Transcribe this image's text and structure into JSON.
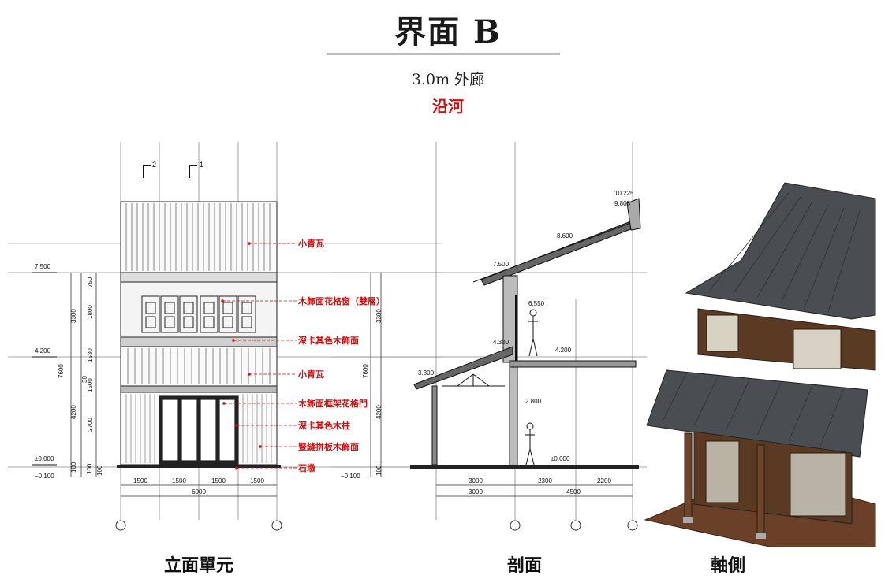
{
  "header": {
    "title": "界面 B",
    "subtitle": "3.0m 外廊",
    "location": "沿河"
  },
  "elevation": {
    "caption": "立面單元",
    "section_marks": [
      "2",
      "1"
    ],
    "levels": [
      "7.500",
      "4.200",
      "±0.000",
      "−0.100"
    ],
    "dims_vertical_outer": [
      "7600",
      "100"
    ],
    "dims_vertical_inner": [
      "750",
      "1800",
      "1530",
      "30",
      "1500",
      "2700",
      "100"
    ],
    "dims_vertical_mid": [
      "3300",
      "4200",
      "100"
    ],
    "dims_bottom": [
      "1500",
      "1500",
      "1500",
      "1500"
    ],
    "dims_total": "6000",
    "notes": [
      "小青瓦",
      "木飾面花格窗（雙層）",
      "深卡其色木飾面",
      "小青瓦",
      "木飾面框架花格門",
      "深卡其色木柱",
      "豎縫拼板木飾面",
      "石墩"
    ]
  },
  "section": {
    "caption": "剖面",
    "levels": [
      "10.225",
      "9.805",
      "8.600",
      "7.500",
      "6.550",
      "4.300",
      "4.200",
      "3.300",
      "2.800",
      "±0.000",
      "−0.100"
    ],
    "dims_vertical": [
      "3300",
      "7600",
      "4200",
      "100"
    ],
    "dims_bottom_row1": [
      "3000",
      "2300",
      "2200"
    ],
    "dims_bottom_row2": [
      "3000",
      "4500"
    ]
  },
  "axonometric": {
    "caption": "軸側"
  },
  "colors": {
    "accent_red": "#d01010",
    "roof_tile": "#4a4d52",
    "wood": "#5a3a22"
  }
}
